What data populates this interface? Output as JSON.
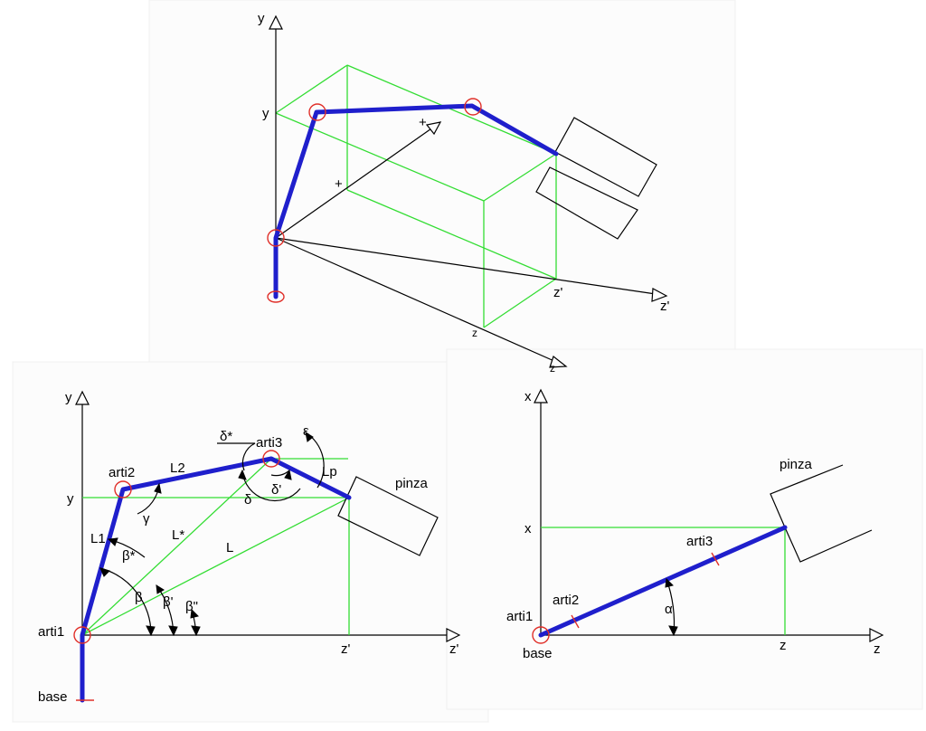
{
  "top_view": {
    "labels": {
      "y_axis": "y",
      "y_mark": "y",
      "x_mark": "+",
      "x_axis": "+",
      "zp_mark": "z'",
      "zp_axis": "z'",
      "z_mark": "z",
      "z_axis": "z"
    }
  },
  "side_view": {
    "labels": {
      "y_axis": "y",
      "y_mark": "y",
      "zp_mark": "z'",
      "zp_axis": "z'",
      "arti1": "arti1",
      "arti2": "arti2",
      "arti3": "arti3",
      "base": "base",
      "pinza": "pinza",
      "L1": "L1",
      "L2": "L2",
      "Lstar": "L*",
      "L": "L",
      "Lp": "Lp",
      "beta": "β",
      "beta_star": "β*",
      "beta_prime": "β'",
      "beta_dprime": "β\"",
      "gamma": "γ",
      "delta": "δ",
      "delta_star": "δ*",
      "delta_prime": "δ'",
      "epsilon": "ε"
    }
  },
  "plan_view": {
    "labels": {
      "x_axis": "x",
      "x_mark": "x",
      "z_mark": "z",
      "z_axis": "z",
      "arti1": "arti1",
      "arti2": "arti2",
      "arti3": "arti3",
      "base": "base",
      "pinza": "pinza",
      "alpha": "α"
    }
  }
}
